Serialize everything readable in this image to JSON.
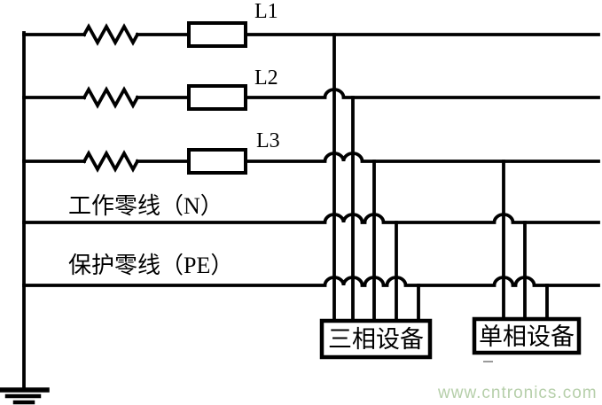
{
  "diagram": {
    "description": "Three-phase TN-S power distribution wiring diagram",
    "background_color": "#ffffff",
    "line_color": "#000000",
    "phase_labels": {
      "l1": "L1",
      "l2": "L2",
      "l3": "L3"
    },
    "neutral_label": "工作零线（N）",
    "pe_label": "保护零线（PE）",
    "devices": {
      "three_phase": "三相设备",
      "single_phase": "单相设备"
    },
    "symbols": {
      "winding": "zigzag-winding-symbol",
      "fuse": "fuse-rectangle-symbol",
      "ground": "earth-ground-symbol",
      "crossing": "hop-over-arc"
    },
    "watermark": {
      "text": "www.cntronics.com",
      "color": "#b6cfaa"
    }
  }
}
